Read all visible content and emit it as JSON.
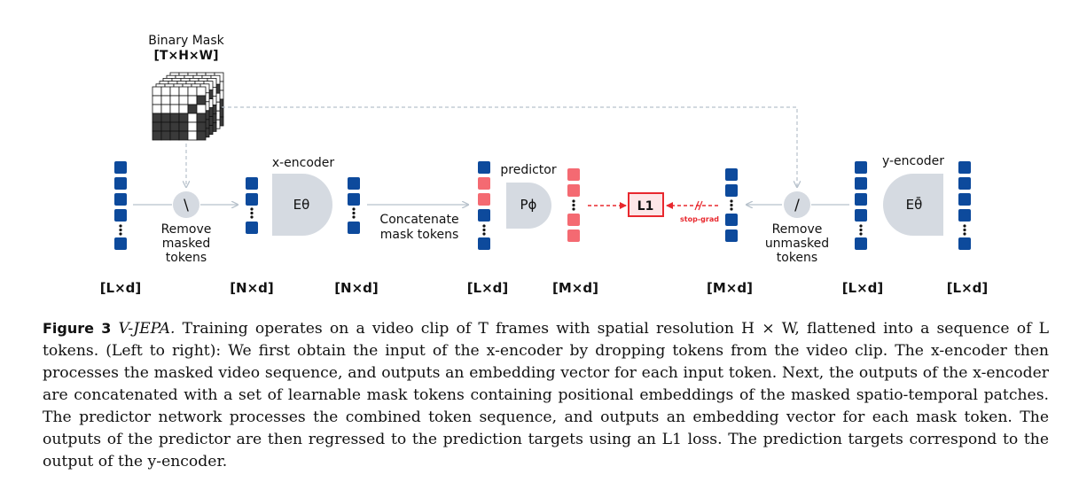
{
  "figure": {
    "mask_title": "Binary Mask",
    "mask_dims": "[T×H×W]",
    "x_encoder_label": "x-encoder",
    "x_encoder_symbol": "Eθ",
    "predictor_label": "predictor",
    "predictor_symbol": "Pϕ",
    "y_encoder_label": "y-encoder",
    "y_encoder_symbol": "Eθ̄",
    "remove_masked_op": "\\",
    "remove_masked_lines": [
      "Remove",
      "masked",
      "tokens"
    ],
    "concat_lines": [
      "Concatenate",
      "mask tokens"
    ],
    "remove_unmasked_op": "/",
    "remove_unmasked_lines": [
      "Remove",
      "unmasked",
      "tokens"
    ],
    "loss_label": "L1",
    "stop_grad_label": "stop-grad",
    "dims": [
      "[L×d]",
      "[N×d]",
      "[N×d]",
      "[L×d]",
      "[M×d]",
      "[M×d]",
      "[L×d]",
      "[L×d]"
    ],
    "colors": {
      "token_blue": "#0d4a9c",
      "mask_red": "#f46a72",
      "loss_red": "#e8282e",
      "block_gray": "#d5dae1",
      "arrow_gray": "#b8c2cc"
    }
  },
  "caption": {
    "label": "Figure 3",
    "title": "V-JEPA.",
    "body": "Training operates on a video clip of T frames with spatial resolution H × W, flattened into a sequence of L tokens. (Left to right): We first obtain the input of the x-encoder by dropping tokens from the video clip. The x-encoder then processes the masked video sequence, and outputs an embedding vector for each input token. Next, the outputs of the x-encoder are concatenated with a set of learnable mask tokens containing positional embeddings of the masked spatio-temporal patches. The predictor network processes the combined token sequence, and outputs an embedding vector for each mask token. The outputs of the predictor are then regressed to the prediction targets using an L1 loss. The prediction targets correspond to the output of the y-encoder."
  }
}
